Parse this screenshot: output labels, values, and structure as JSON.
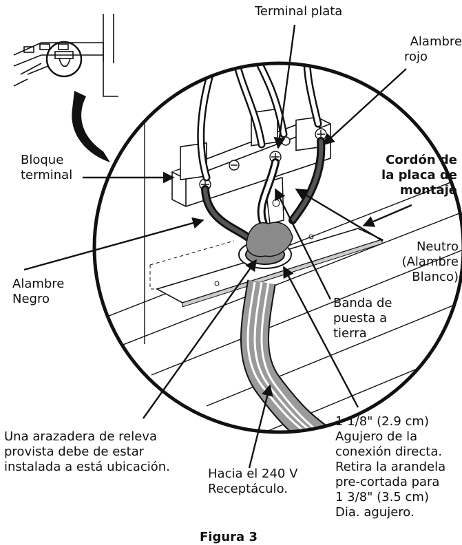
{
  "labels": {
    "terminal_plata": "Terminal plata",
    "alambre_rojo": [
      "Alambre",
      "rojo"
    ],
    "bloque_terminal": [
      "Bloque",
      "terminal"
    ],
    "cordon": [
      "Cordón de",
      "la placa de",
      "montaje"
    ],
    "neutro": [
      "Neutro",
      "(Alambre",
      "Blanco)"
    ],
    "alambre_negro": [
      "Alambre",
      "Negro"
    ],
    "banda": [
      "Banda de",
      "puesta a",
      "tierra"
    ],
    "arazadera": [
      "Una arazadera de releva",
      "provista debe de estar",
      "instalada a está ubicación."
    ],
    "hacia": [
      "Hacia el 240 V",
      "Receptáculo."
    ],
    "agujero": [
      "1 1/8\" (2.9 cm)",
      "Agujero de la",
      "conexión directa.",
      "Retira la arandela",
      "pre-cortada para",
      "1 3/8\" (3.5 cm)",
      "Dia. agujero."
    ],
    "figura": "Figura 3"
  }
}
